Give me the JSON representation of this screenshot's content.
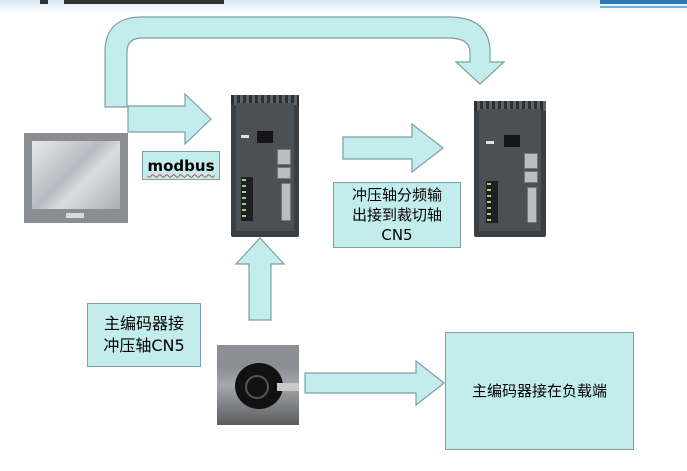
{
  "labels": {
    "modbus": "modbus",
    "frequency_output": "冲压轴分频输\n出接到裁切轴\nCN5",
    "main_encoder": "主编码器接\n冲压轴CN5",
    "load_end": "主编码器接在负载端"
  },
  "images": {
    "hmi": "touch-screen HMI",
    "drive_left": "servo drive (press axis)",
    "drive_right": "servo drive (cutting axis)",
    "encoder": "main encoder"
  },
  "colors": {
    "arrow_fill": "#c3ecec",
    "arrow_outline": "#7d9fa6",
    "accent": "#2f76b5"
  }
}
